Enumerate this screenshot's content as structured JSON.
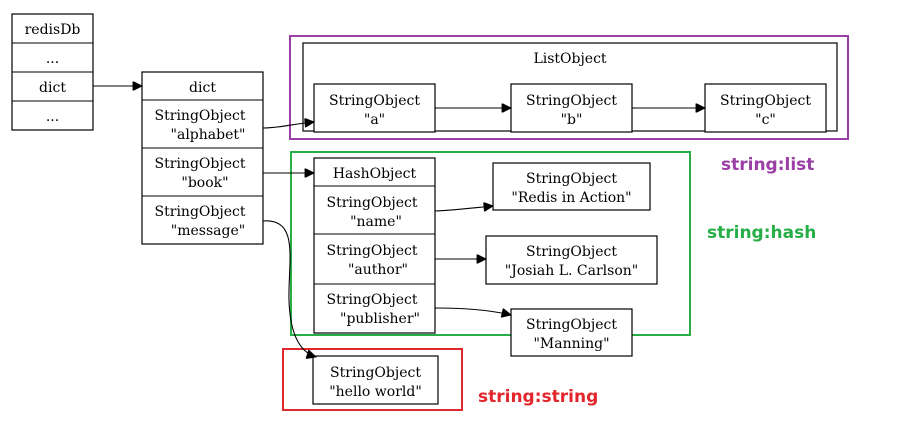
{
  "redisDb": {
    "title": "redisDb",
    "rows": [
      "...",
      "dict",
      "..."
    ]
  },
  "dict": {
    "title": "dict",
    "entries": [
      {
        "line1": "StringObject",
        "line2": "\"alphabet\""
      },
      {
        "line1": "StringObject",
        "line2": "\"book\""
      },
      {
        "line1": "StringObject",
        "line2": "\"message\""
      }
    ]
  },
  "list_object": {
    "title": "ListObject",
    "items": [
      {
        "line1": "StringObject",
        "line2": "\"a\""
      },
      {
        "line1": "StringObject",
        "line2": "\"b\""
      },
      {
        "line1": "StringObject",
        "line2": "\"c\""
      }
    ]
  },
  "hash_object": {
    "title": "HashObject",
    "fields": [
      {
        "line1": "StringObject",
        "line2": "\"name\""
      },
      {
        "line1": "StringObject",
        "line2": "\"author\""
      },
      {
        "line1": "StringObject",
        "line2": "\"publisher\""
      }
    ],
    "values": [
      {
        "line1": "StringObject",
        "line2": "\"Redis in Action\""
      },
      {
        "line1": "StringObject",
        "line2": "\"Josiah L. Carlson\""
      },
      {
        "line1": "StringObject",
        "line2": "\"Manning\""
      }
    ]
  },
  "string_value": {
    "line1": "StringObject",
    "line2": "\"hello world\""
  },
  "groups": {
    "list": {
      "label": "string:list",
      "color": "#9b3fa6"
    },
    "hash": {
      "label": "string:hash",
      "color": "#27ae47"
    },
    "string": {
      "label": "string:string",
      "color": "#e3262b"
    }
  }
}
